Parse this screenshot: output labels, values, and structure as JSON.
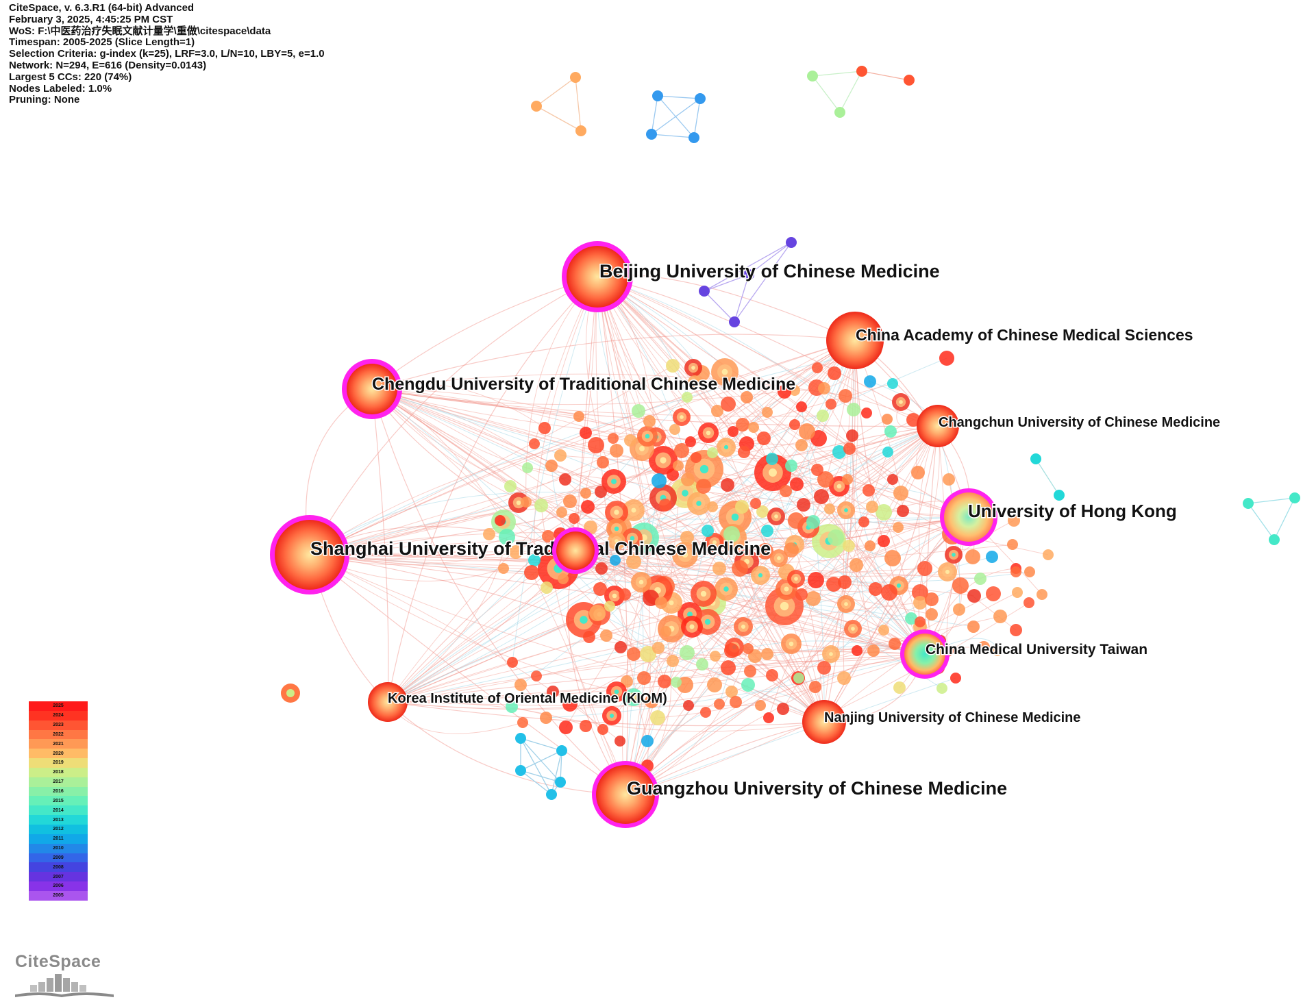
{
  "app": {
    "info_lines": [
      "CiteSpace, v. 6.3.R1 (64-bit) Advanced",
      "February 3, 2025, 4:45:25 PM CST",
      "WoS: F:\\中医药治疗失眠文献计量学\\重做\\citespace\\data",
      "Timespan: 2005-2025 (Slice Length=1)",
      "Selection Criteria: g-index (k=25), LRF=3.0, L/N=10, LBY=5, e=1.0",
      "Network: N=294, E=616 (Density=0.0143)",
      "Largest 5 CCs: 220 (74%)",
      "Nodes Labeled: 1.0%",
      "Pruning: None"
    ],
    "logo_text": "CiteSpace"
  },
  "legend": {
    "years": [
      "2025",
      "2024",
      "2023",
      "2022",
      "2021",
      "2020",
      "2019",
      "2018",
      "2017",
      "2016",
      "2015",
      "2014",
      "2013",
      "2012",
      "2011",
      "2010",
      "2009",
      "2008",
      "2007",
      "2006",
      "2005"
    ],
    "colors": [
      "#ff1a1a",
      "#ff3322",
      "#ff5533",
      "#ff7744",
      "#ff9955",
      "#ffbb66",
      "#eedd77",
      "#ccee88",
      "#aaf099",
      "#88f0a8",
      "#66f0b8",
      "#44e8c8",
      "#22d8d8",
      "#11c0e0",
      "#11a8e8",
      "#2288e8",
      "#3366e8",
      "#4444e0",
      "#6633e0",
      "#8833e8",
      "#aa55ee"
    ]
  },
  "labeled_nodes": [
    {
      "id": "beijing",
      "label": "Beijing University of Chinese Medicine",
      "burst": true
    },
    {
      "id": "cacms",
      "label": "China Academy of Chinese Medical Sciences",
      "burst": false
    },
    {
      "id": "chengdu",
      "label": "Chengdu University of Traditional Chinese Medicine",
      "burst": true
    },
    {
      "id": "changchun",
      "label": "Changchun University of Chinese Medicine",
      "burst": false
    },
    {
      "id": "hku",
      "label": "University of Hong Kong",
      "burst": true
    },
    {
      "id": "shanghai",
      "label": "Shanghai University of Traditional Chinese Medicine",
      "burst": true
    },
    {
      "id": "cmu_taiwan",
      "label": "China Medical University Taiwan",
      "burst": true
    },
    {
      "id": "kiom",
      "label": "Korea Institute of Oriental Medicine (KIOM)",
      "burst": false
    },
    {
      "id": "nanjing",
      "label": "Nanjing University of Chinese Medicine",
      "burst": false
    },
    {
      "id": "guangzhou",
      "label": "Guangzhou University of Chinese Medicine",
      "burst": true
    }
  ]
}
